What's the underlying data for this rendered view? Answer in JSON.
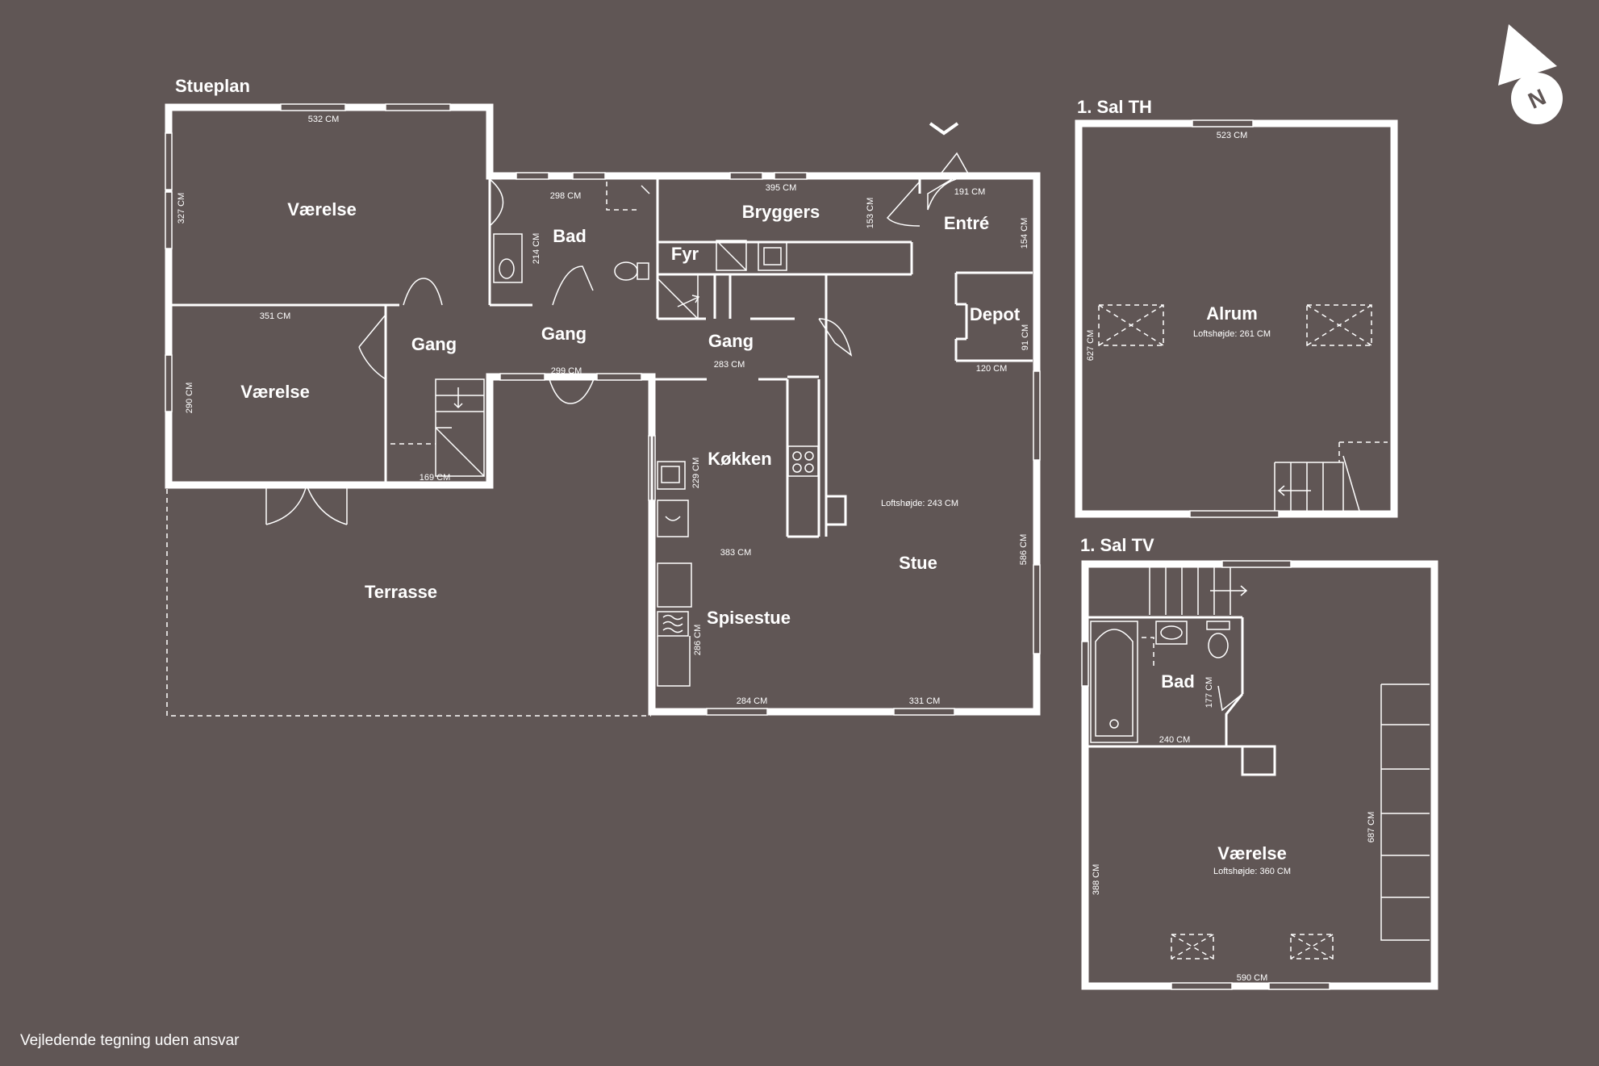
{
  "sections": {
    "ground": "Stueplan",
    "first_th": "1. Sal TH",
    "first_tv": "1. Sal TV"
  },
  "rooms": {
    "vaerelse_top": "Værelse",
    "vaerelse_left": "Værelse",
    "bad": "Bad",
    "bryggers": "Bryggers",
    "fyr": "Fyr",
    "entre": "Entré",
    "depot": "Depot",
    "gang_left": "Gang",
    "gang_mid": "Gang",
    "gang_right": "Gang",
    "koekken": "Køkken",
    "stue": "Stue",
    "spisestue": "Spisestue",
    "terrasse": "Terrasse",
    "alrum": "Alrum",
    "bad_upper": "Bad",
    "vaerelse_upper": "Værelse"
  },
  "notes": {
    "ceiling_ground": "Loftshøjde: 243 CM",
    "ceiling_alrum": "Loftshøjde: 261 CM",
    "ceiling_vaerelse_upper": "Loftshøjde: 360 CM"
  },
  "dimensions": {
    "d532": "532 CM",
    "d327": "327 CM",
    "d298": "298 CM",
    "d214": "214 CM",
    "d395": "395 CM",
    "d153": "153 CM",
    "d191": "191 CM",
    "d154": "154 CM",
    "d351": "351 CM",
    "d290": "290 CM",
    "d299": "299 CM",
    "d283": "283 CM",
    "d91": "91 CM",
    "d120": "120 CM",
    "d169": "169 CM",
    "d229": "229 CM",
    "d383": "383 CM",
    "d586": "586 CM",
    "d286": "286 CM",
    "d284": "284 CM",
    "d331": "331 CM",
    "d523": "523 CM",
    "d627": "627 CM",
    "d177": "177 CM",
    "d240": "240 CM",
    "d687": "687 CM",
    "d388": "388 CM",
    "d590": "590 CM"
  },
  "compass": {
    "letter": "N"
  },
  "disclaimer": "Vejledende tegning uden ansvar",
  "colors": {
    "background": "#605655",
    "lines": "#ffffff"
  }
}
